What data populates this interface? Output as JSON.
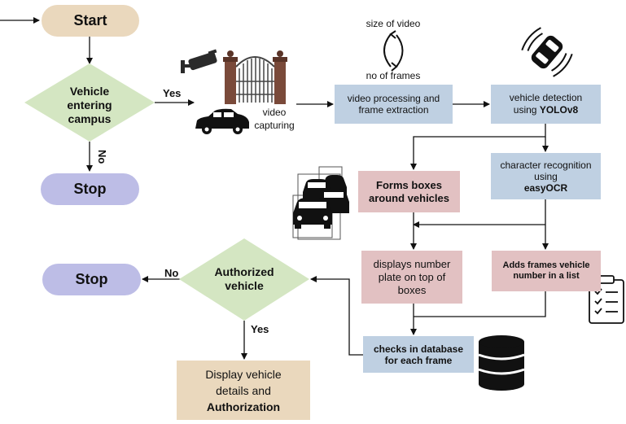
{
  "nodes": {
    "start": "Start",
    "decision_campus": "Vehicle entering campus",
    "stop_top": "Stop",
    "video_capturing": "video capturing",
    "size_of_video": "size of video",
    "no_of_frames": "no of frames",
    "video_processing": "video processing and frame extraction",
    "vehicle_detection_line1": "vehicle detection",
    "vehicle_detection_using": "using ",
    "vehicle_detection_bold": "YOLOv8",
    "character_recognition_line": "character recognition using",
    "character_recognition_bold": "easyOCR",
    "forms_boxes": "Forms boxes around vehicles",
    "displays_number_plate": "displays number plate on top of boxes",
    "adds_frames": "Adds frames vehicle number in a list",
    "checks_database": "checks in database for each frame",
    "decision_authorized": "Authorized vehicle",
    "stop_bottom": "Stop",
    "display_details_line1": "Display vehicle",
    "display_details_line2": "details and",
    "display_details_bold": "Authorization"
  },
  "edge_labels": {
    "yes_campus": "Yes",
    "no_campus": "No",
    "no_authorized": "No",
    "yes_authorized": "Yes"
  },
  "colors": {
    "tan": "#ead8bd",
    "lavender": "#bdbde6",
    "blue": "#bfd0e2",
    "pink": "#e2c1c2",
    "green": "#d4e6c2"
  },
  "icons": [
    "security-camera-icon",
    "gate-icon",
    "car-icon",
    "rotate-arrows-icon",
    "autonomous-car-icon",
    "cars-group-icon",
    "checklist-icon",
    "database-icon"
  ]
}
